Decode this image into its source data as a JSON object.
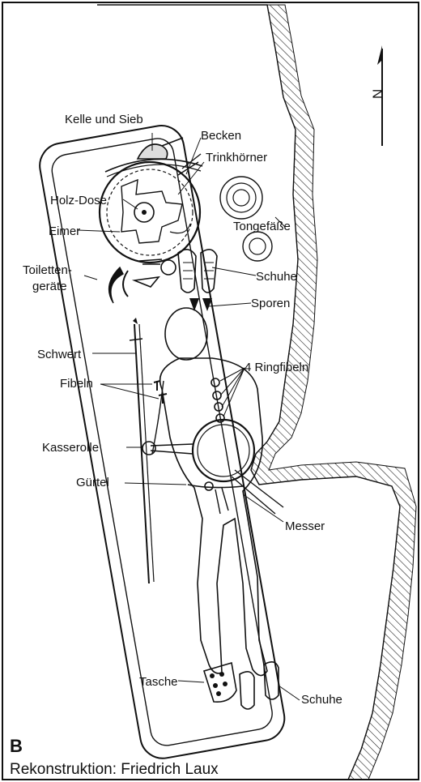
{
  "figure": {
    "panel_letter": "B",
    "credit": "Rekonstruktion: Friedrich Laux",
    "north_label": "N"
  },
  "labels": {
    "kelle_und_sieb": "Kelle und Sieb",
    "becken": "Becken",
    "trinkhoerner": "Trinkhörner",
    "holz_dose": "Holz-Dose",
    "eimer": "Eimer",
    "tongefaesse": "Tongefäße",
    "schuhe_top": "Schuhe",
    "toiletten_line1": "Toiletten-",
    "toiletten_line2": "geräte",
    "sporen": "Sporen",
    "schwert": "Schwert",
    "ringfibeln": "4 Ringfibeln",
    "fibeln": "Fibeln",
    "kasserolle": "Kasserolle",
    "guertel": "Gürtel",
    "messer": "Messer",
    "tasche": "Tasche",
    "schuhe_bottom": "Schuhe"
  },
  "colors": {
    "ink": "#111111",
    "paper": "#ffffff"
  }
}
